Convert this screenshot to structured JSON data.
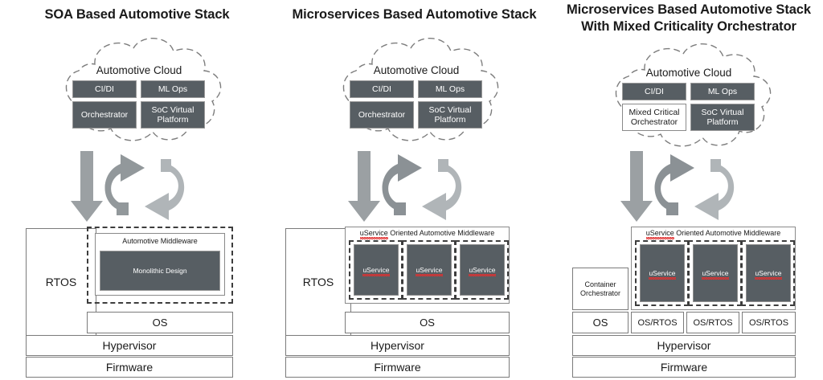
{
  "colors": {
    "dark_box": "#575e63",
    "arrow_gray": "#9ba0a3",
    "arrow_gray_dark": "#7f8589",
    "box_border": "#7b7b7b",
    "dashed_border": "#3d3d3d",
    "spellcheck_underline": "#e03030",
    "text": "#1a1a1a",
    "background": "#ffffff"
  },
  "panels": [
    {
      "id": "soa",
      "title": "SOA Based Automotive Stack",
      "cloud": {
        "label": "Automotive Cloud",
        "boxes": [
          {
            "label": "CI/DI",
            "style": "dark"
          },
          {
            "label": "ML Ops",
            "style": "dark"
          },
          {
            "label": "Orchestrator",
            "style": "dark"
          },
          {
            "label": "SoC Virtual Platform",
            "style": "dark"
          }
        ]
      },
      "arrows": {
        "down": "down-arrow",
        "cycle": "circular-sync-arrows"
      },
      "stack": {
        "left_column": [
          {
            "label": "RTOS"
          }
        ],
        "middleware": {
          "title": "Automotive Middleware",
          "inner": [
            {
              "label": "Monolithic Design"
            }
          ]
        },
        "os_row": [
          {
            "label": "OS"
          }
        ],
        "hypervisor": "Hypervisor",
        "firmware": "Firmware"
      }
    },
    {
      "id": "microservices",
      "title": "Microservices Based Automotive Stack",
      "cloud": {
        "label": "Automotive Cloud",
        "boxes": [
          {
            "label": "CI/DI",
            "style": "dark"
          },
          {
            "label": "ML Ops",
            "style": "dark"
          },
          {
            "label": "Orchestrator",
            "style": "dark"
          },
          {
            "label": "SoC Virtual Platform",
            "style": "dark"
          }
        ]
      },
      "arrows": {
        "down": "down-arrow",
        "cycle": "circular-sync-arrows"
      },
      "stack": {
        "left_column": [
          {
            "label": "RTOS"
          }
        ],
        "middleware": {
          "title": "uService Oriented Automotive Middleware",
          "title_misspelled_word": "uService",
          "inner": [
            {
              "label": "uService",
              "misspelled": true
            },
            {
              "label": "uService",
              "misspelled": true
            },
            {
              "label": "uService",
              "misspelled": true
            }
          ]
        },
        "os_row": [
          {
            "label": "OS"
          }
        ],
        "hypervisor": "Hypervisor",
        "firmware": "Firmware"
      }
    },
    {
      "id": "mixed-criticality",
      "title_line1": "Microservices Based Automotive Stack",
      "title_line2": "With Mixed Criticality Orchestrator",
      "cloud": {
        "label": "Automotive Cloud",
        "boxes": [
          {
            "label": "CI/DI",
            "style": "dark"
          },
          {
            "label": "ML Ops",
            "style": "dark"
          },
          {
            "label": "Mixed Critical Orchestrator",
            "style": "white"
          },
          {
            "label": "SoC Virtual Platform",
            "style": "dark"
          }
        ]
      },
      "arrows": {
        "down": "down-arrow",
        "cycle": "circular-sync-arrows"
      },
      "stack": {
        "left_column": [
          {
            "label": "Container Orchestrator"
          }
        ],
        "middleware": {
          "title": "uService Oriented Automotive Middleware",
          "title_misspelled_word": "uService",
          "inner": [
            {
              "label": "uService",
              "misspelled": true
            },
            {
              "label": "uService",
              "misspelled": true
            },
            {
              "label": "uService",
              "misspelled": true
            }
          ]
        },
        "os_row": [
          {
            "label": "OS"
          },
          {
            "label": "OS/RTOS"
          },
          {
            "label": "OS/RTOS"
          },
          {
            "label": "OS/RTOS"
          }
        ],
        "hypervisor": "Hypervisor",
        "firmware": "Firmware"
      }
    }
  ]
}
